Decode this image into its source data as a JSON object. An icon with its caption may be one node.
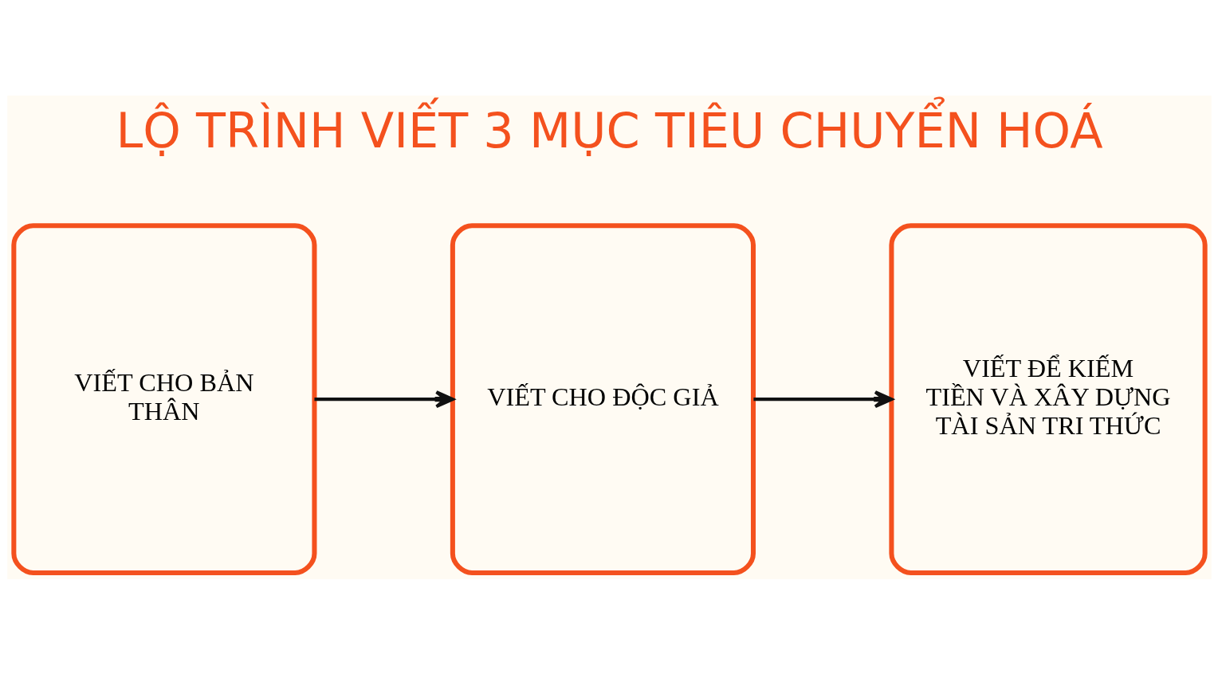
{
  "diagram": {
    "title": "LỘ TRÌNH VIẾT 3 MỤC TIÊU CHUYỂN HOÁ",
    "nodes": [
      {
        "text": [
          "VIẾT CHO BẢN THÂN"
        ]
      },
      {
        "text": [
          "VIẾT CHO ĐỘC GIẢ"
        ]
      },
      {
        "text": [
          "VIẾT ĐỂ KIẾM TIỀN VÀ XÂY DỰNG TÀI SẢN TRI THỨC"
        ]
      }
    ],
    "edges": [
      {
        "from": 0,
        "to": 1,
        "arrow": "to"
      },
      {
        "from": 1,
        "to": 2,
        "arrow": "to"
      }
    ]
  }
}
